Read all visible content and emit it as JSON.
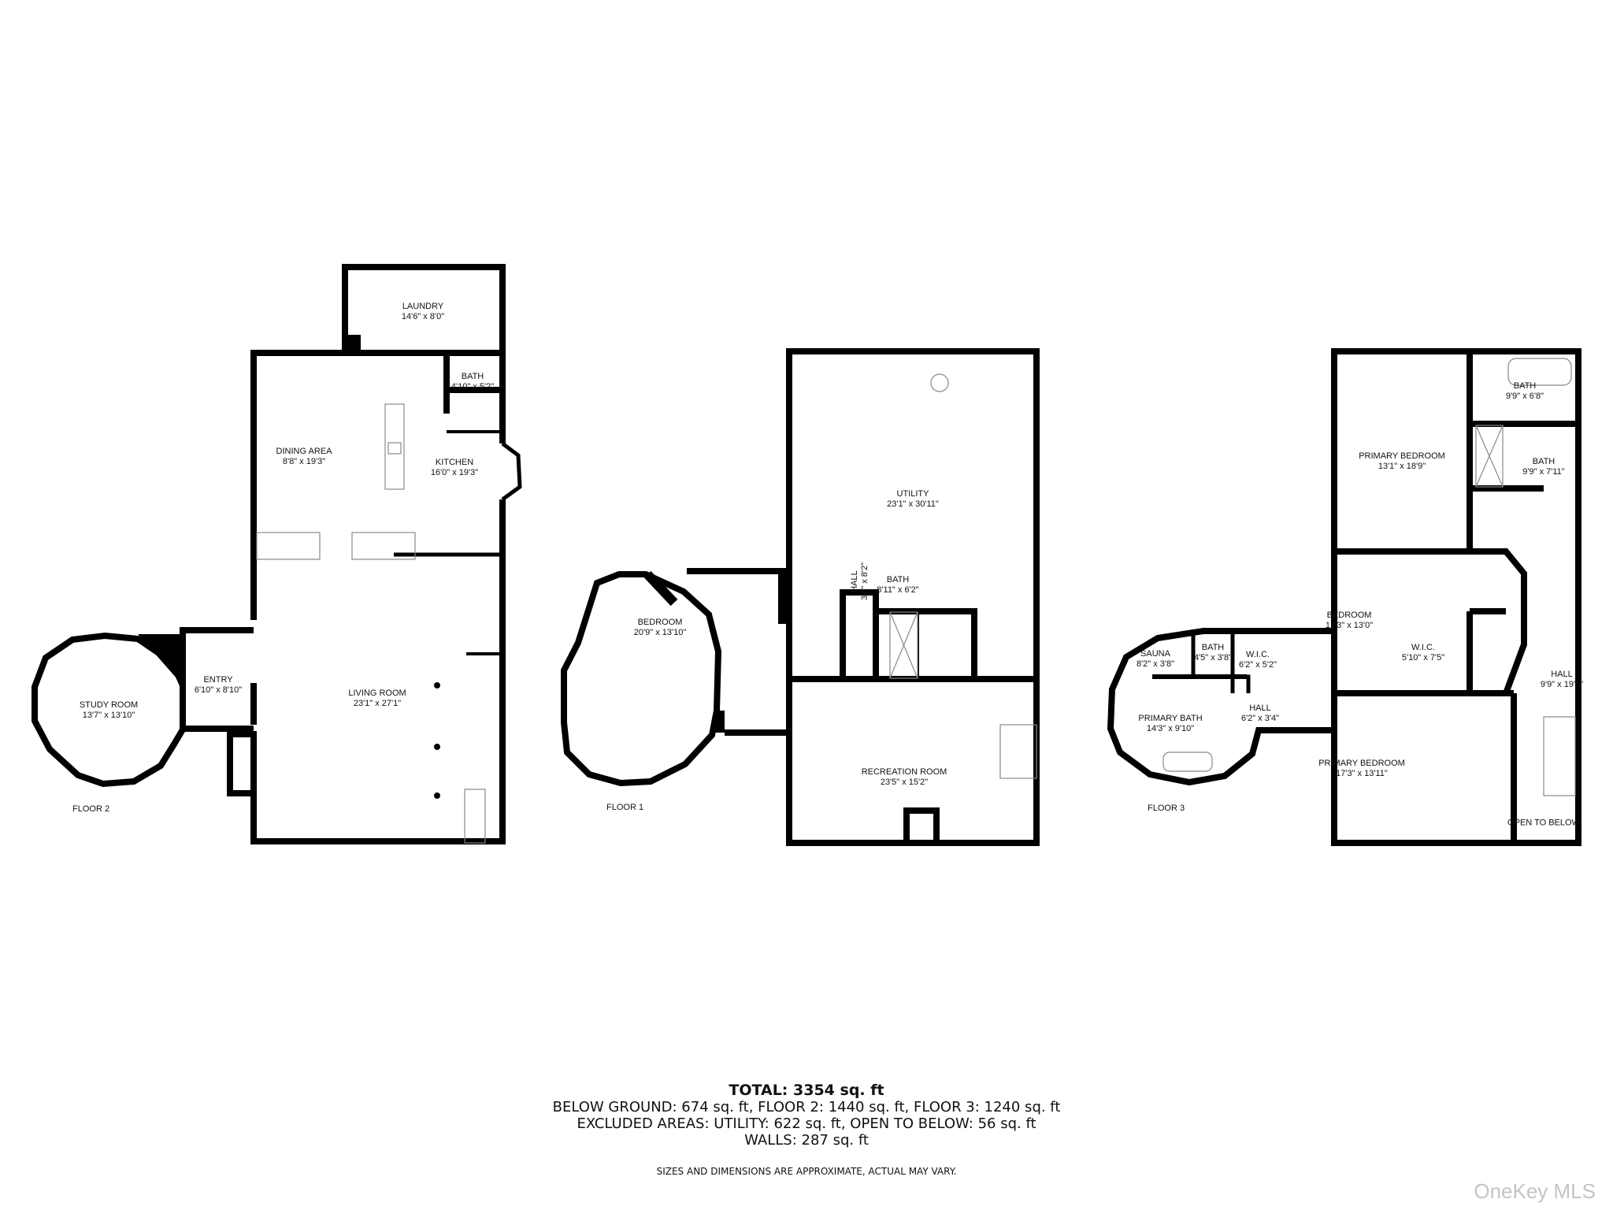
{
  "floors": [
    {
      "name": "FLOOR 2",
      "rooms": [
        {
          "name": "LAUNDRY",
          "dim": "14'6\" x 8'0\""
        },
        {
          "name": "BATH",
          "dim": "4'10\" x 5'2\""
        },
        {
          "name": "DINING AREA",
          "dim": "8'8\" x 19'3\""
        },
        {
          "name": "KITCHEN",
          "dim": "16'0\" x 19'3\""
        },
        {
          "name": "STUDY ROOM",
          "dim": "13'7\" x 13'10\""
        },
        {
          "name": "ENTRY",
          "dim": "6'10\" x 8'10\""
        },
        {
          "name": "LIVING ROOM",
          "dim": "23'1\" x 27'1\""
        }
      ]
    },
    {
      "name": "FLOOR 1",
      "rooms": [
        {
          "name": "UTILITY",
          "dim": "23'1\" x 30'11\""
        },
        {
          "name": "HALL",
          "dim": "3'0\" x 8'2\""
        },
        {
          "name": "BATH",
          "dim": "8'11\" x 6'2\""
        },
        {
          "name": "BEDROOM",
          "dim": "20'9\" x 13'10\""
        },
        {
          "name": "RECREATION ROOM",
          "dim": "23'5\" x 15'2\""
        }
      ]
    },
    {
      "name": "FLOOR 3",
      "rooms": [
        {
          "name": "PRIMARY BEDROOM",
          "dim": "13'1\" x 18'9\""
        },
        {
          "name": "BATH",
          "dim": "9'9\" x 6'8\""
        },
        {
          "name": "BATH",
          "dim": "9'9\" x 7'11\""
        },
        {
          "name": "BEDROOM",
          "dim": "17'3\" x 13'0\""
        },
        {
          "name": "W.I.C.",
          "dim": "5'10\" x 7'5\""
        },
        {
          "name": "HALL",
          "dim": "9'9\" x 19'6\""
        },
        {
          "name": "SAUNA",
          "dim": "8'2\" x 3'8\""
        },
        {
          "name": "BATH",
          "dim": "4'5\" x 3'8\""
        },
        {
          "name": "W.I.C.",
          "dim": "6'2\" x 5'2\""
        },
        {
          "name": "PRIMARY BATH",
          "dim": "14'3\" x 9'10\""
        },
        {
          "name": "HALL",
          "dim": "6'2\" x 3'4\""
        },
        {
          "name": "PRIMARY BEDROOM",
          "dim": "17'3\" x 13'11\""
        },
        {
          "name": "OPEN TO BELOW",
          "dim": ""
        }
      ]
    }
  ],
  "summary": {
    "total": "TOTAL: 3354 sq. ft",
    "breakdown": "BELOW GROUND: 674 sq. ft, FLOOR 2: 1440 sq. ft, FLOOR 3: 1240 sq. ft",
    "excluded": "EXCLUDED AREAS: UTILITY: 622 sq. ft, OPEN TO BELOW: 56 sq. ft",
    "walls": "WALLS: 287 sq. ft",
    "disclaimer": "SIZES AND DIMENSIONS ARE APPROXIMATE, ACTUAL MAY VARY."
  },
  "watermark": "OneKey MLS",
  "colors": {
    "wall": "#000000",
    "fixture": "#999999",
    "window": "#bbbbbb",
    "background": "#ffffff",
    "watermark": "#c4c4c4"
  }
}
